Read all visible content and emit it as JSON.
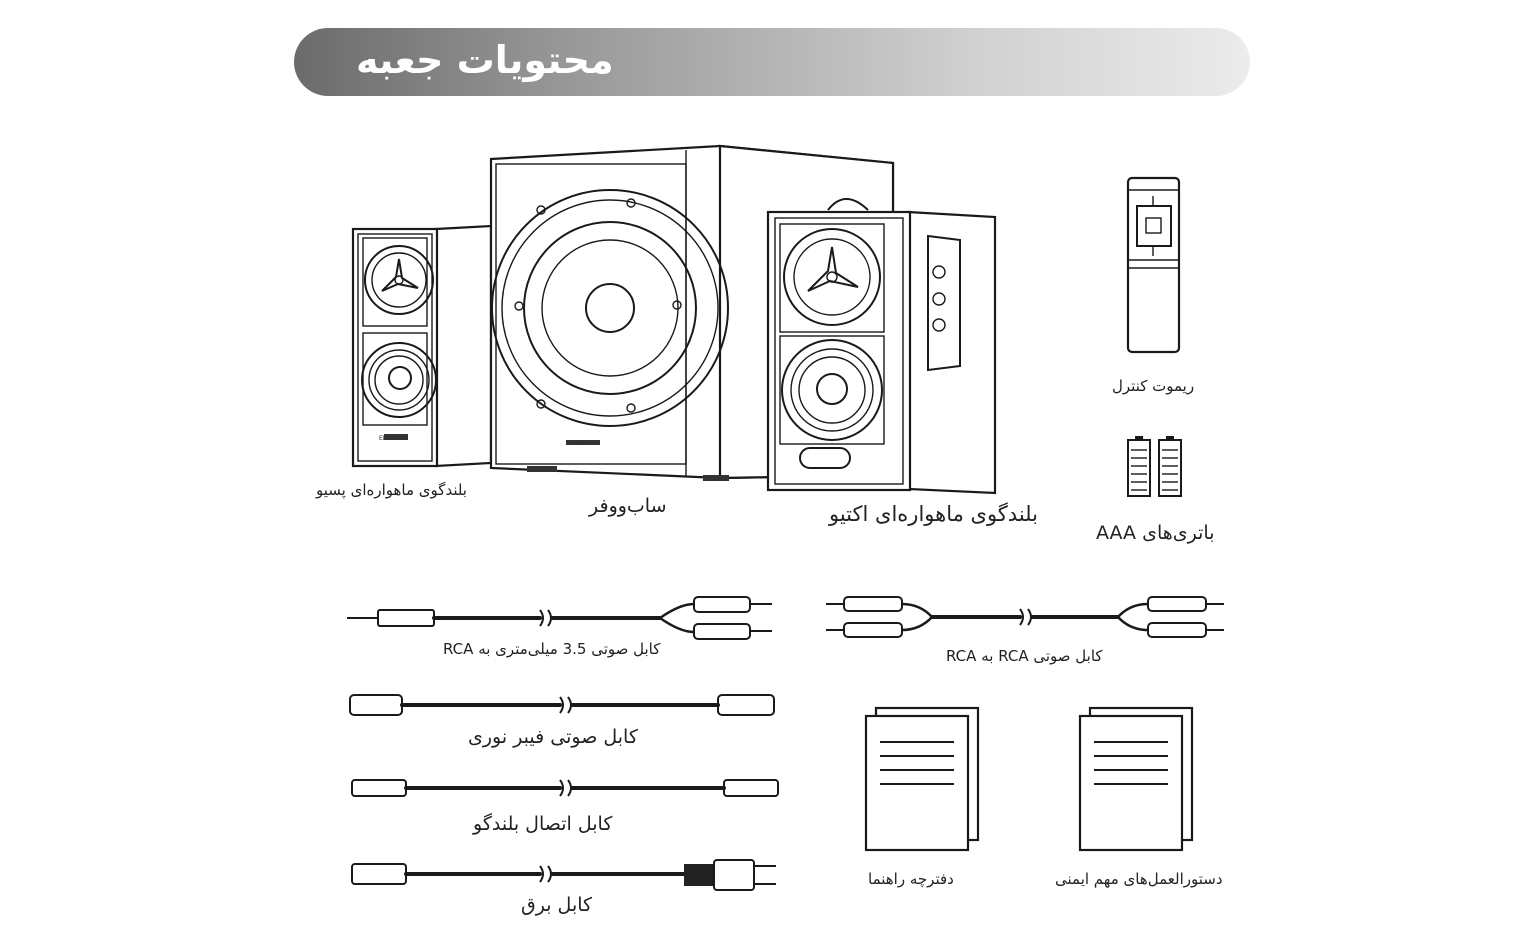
{
  "header": {
    "title": "محتویات جعبه"
  },
  "items": {
    "passive_speaker": "بلندگوی ماهواره‌ای پسیو",
    "subwoofer": "ساب‌ووفر",
    "active_speaker": "بلندگوی ماهواره‌ای اکتیو",
    "remote": "ریموت کنترل",
    "batteries": "باتری‌های AAA",
    "cable_35_rca": "کابل صوتی 3.5 میلی‌متری به RCA",
    "cable_rca_rca": "کابل صوتی RCA به RCA",
    "cable_optical": "کابل صوتی فیبر نوری",
    "cable_speaker": "کابل اتصال بلندگو",
    "cable_power": "کابل برق",
    "manual": "دفترچه راهنما",
    "safety": "دستورالعمل‌های مهم ایمنی"
  },
  "brand": {
    "speaker_logo": "EDIFIER"
  },
  "icons": [
    "speaker-icon",
    "subwoofer-icon",
    "remote-icon",
    "battery-icon",
    "cable-icon",
    "document-icon"
  ]
}
